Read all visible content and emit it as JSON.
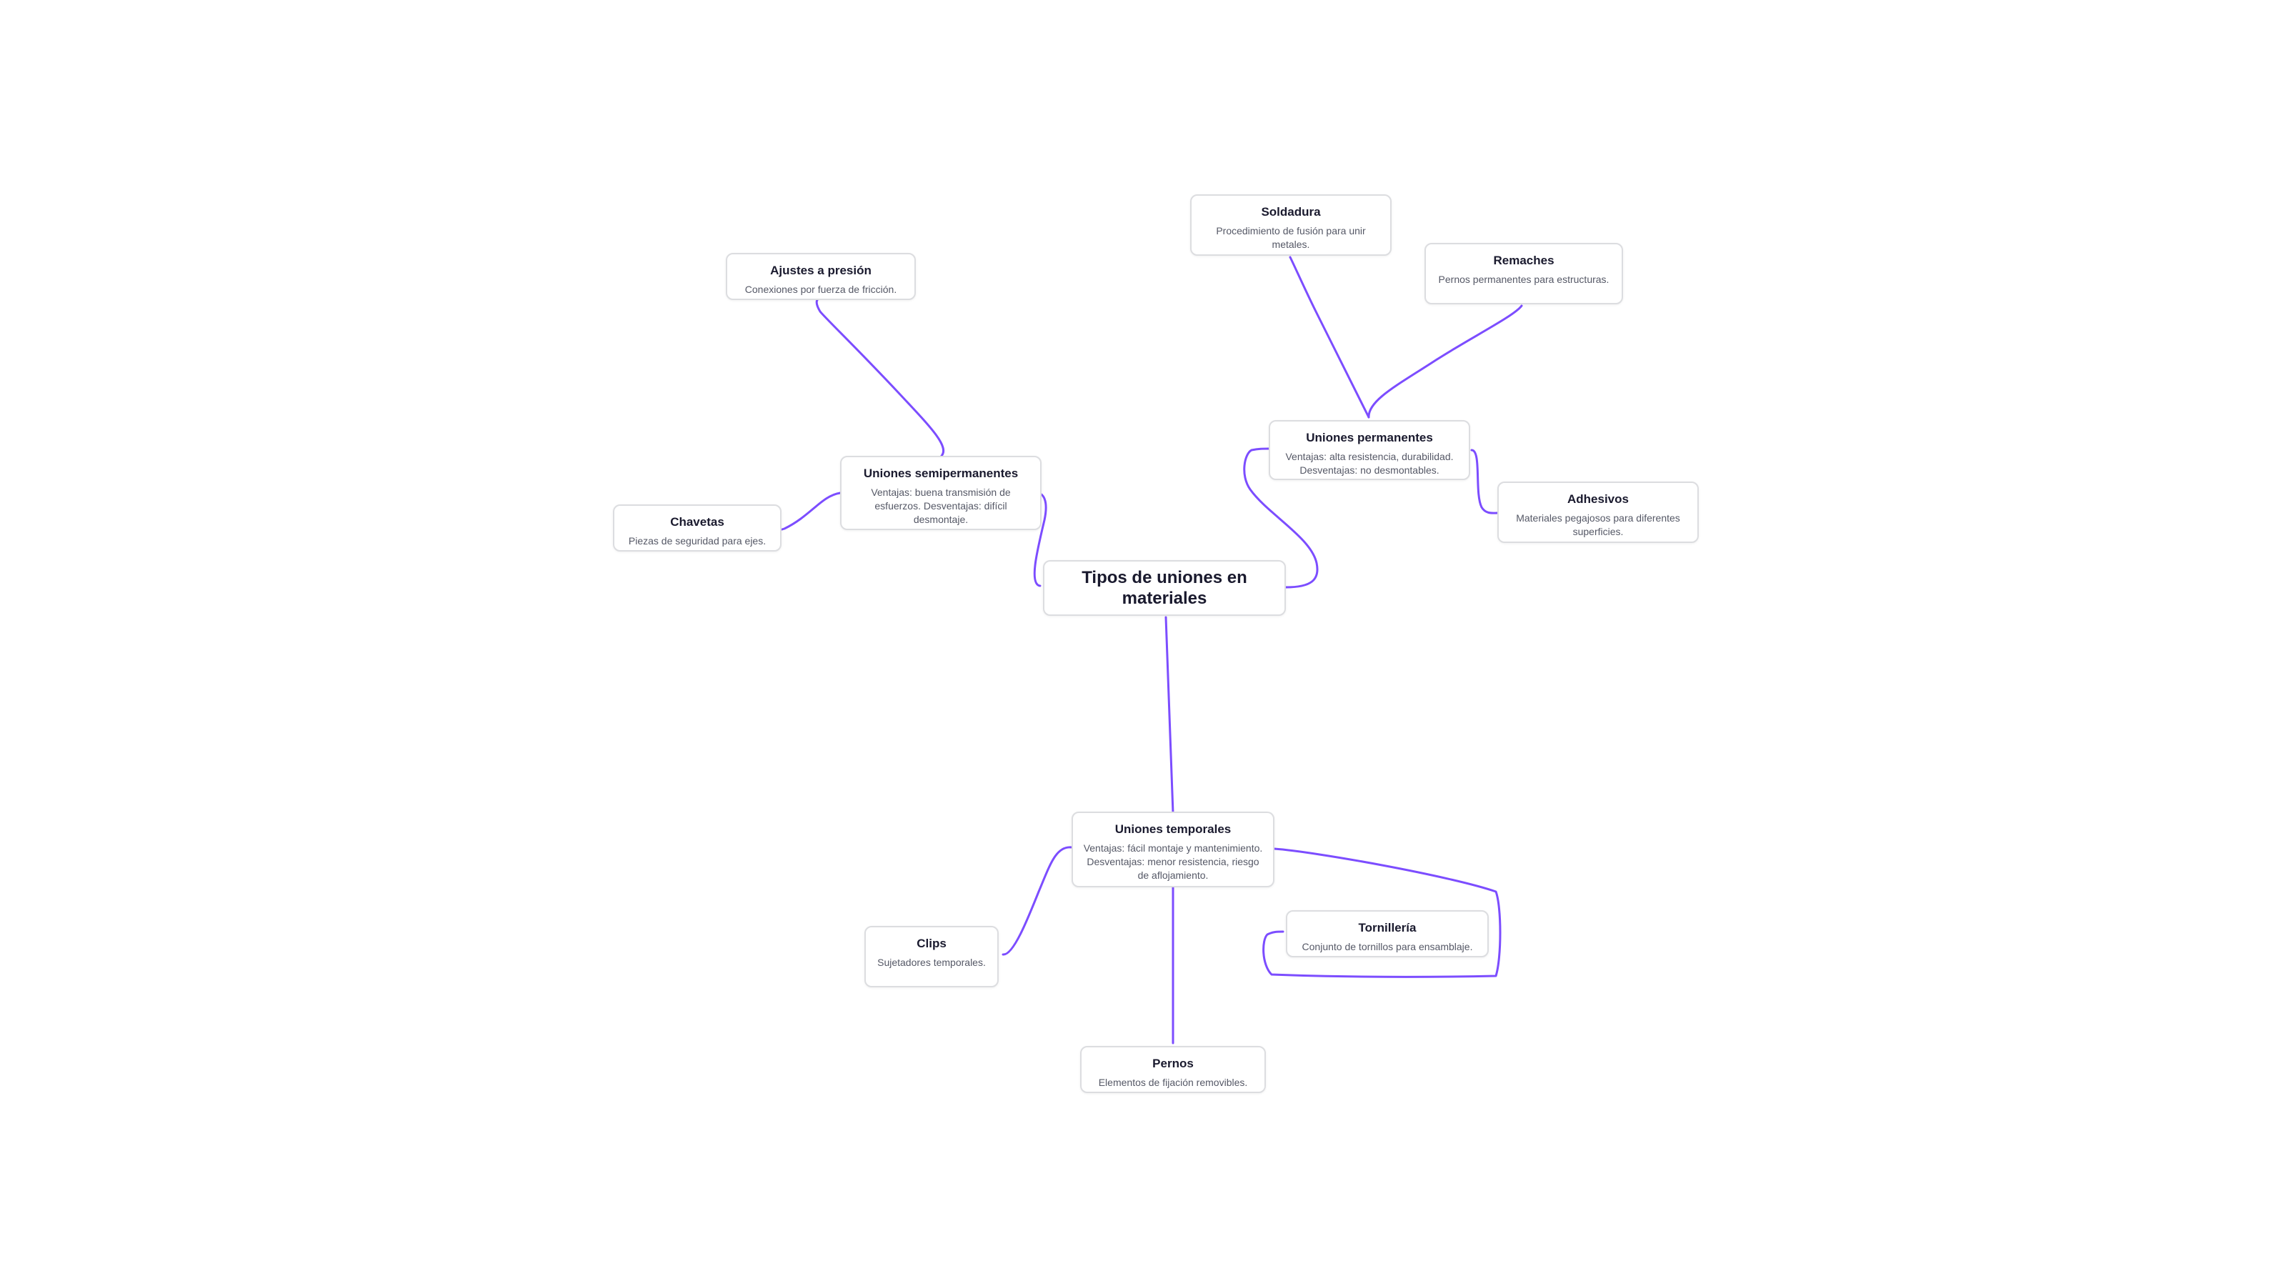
{
  "mindmap": {
    "root": {
      "title": "Tipos de uniones en materiales"
    },
    "nodes": {
      "semipermanentes": {
        "title": "Uniones semipermanentes",
        "desc": "Ventajas: buena transmisión de esfuerzos. Desventajas: difícil desmontaje."
      },
      "ajustes": {
        "title": "Ajustes a presión",
        "desc": "Conexiones por fuerza de fricción."
      },
      "chavetas": {
        "title": "Chavetas",
        "desc": "Piezas de seguridad para ejes."
      },
      "permanentes": {
        "title": "Uniones permanentes",
        "desc": "Ventajas: alta resistencia, durabilidad. Desventajas: no desmontables."
      },
      "soldadura": {
        "title": "Soldadura",
        "desc": "Procedimiento de fusión para unir metales."
      },
      "remaches": {
        "title": "Remaches",
        "desc": "Pernos permanentes para estructuras."
      },
      "adhesivos": {
        "title": "Adhesivos",
        "desc": "Materiales pegajosos para diferentes superficies."
      },
      "temporales": {
        "title": "Uniones temporales",
        "desc": "Ventajas: fácil montaje y mantenimiento. Desventajas: menor resistencia, riesgo de aflojamiento."
      },
      "clips": {
        "title": "Clips",
        "desc": "Sujetadores temporales."
      },
      "tornilleria": {
        "title": "Tornillería",
        "desc": "Conjunto de tornillos para ensamblaje."
      },
      "pernos": {
        "title": "Pernos",
        "desc": "Elementos de fijación removibles."
      }
    },
    "colors": {
      "edge": "#7c4dff",
      "node_border": "#dcdde0",
      "title_text": "#1a1a2e",
      "desc_text": "#555866"
    }
  }
}
